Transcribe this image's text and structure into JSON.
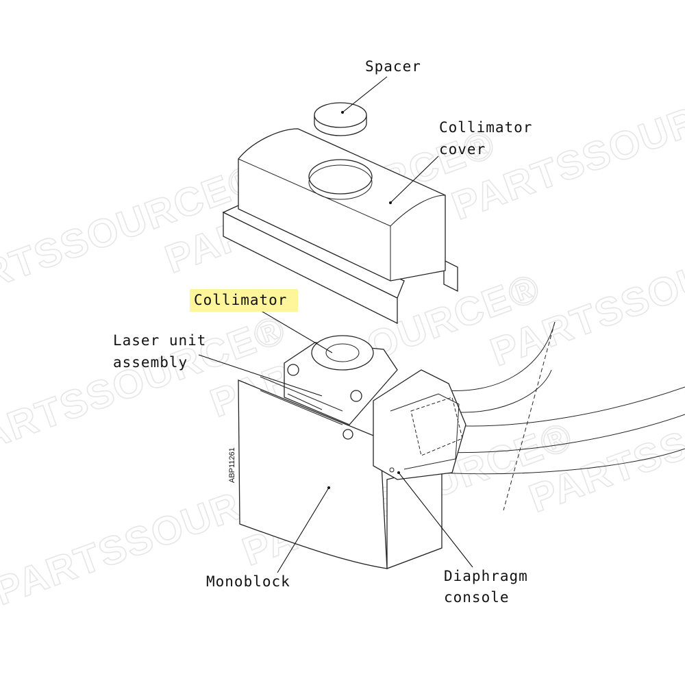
{
  "watermark": {
    "text": "PARTSSOURCE®",
    "color": "#e6e6e6"
  },
  "drawing_id": "ABP11261",
  "highlight_color": "#fff59a",
  "labels": {
    "spacer": "Spacer",
    "collimator_cover_1": "Collimator",
    "collimator_cover_2": "cover",
    "collimator": "Collimator",
    "laser_1": "Laser unit",
    "laser_2": "assembly",
    "monoblock": "Monoblock",
    "diaphragm_1": "Diaphragm",
    "diaphragm_2": "console"
  }
}
